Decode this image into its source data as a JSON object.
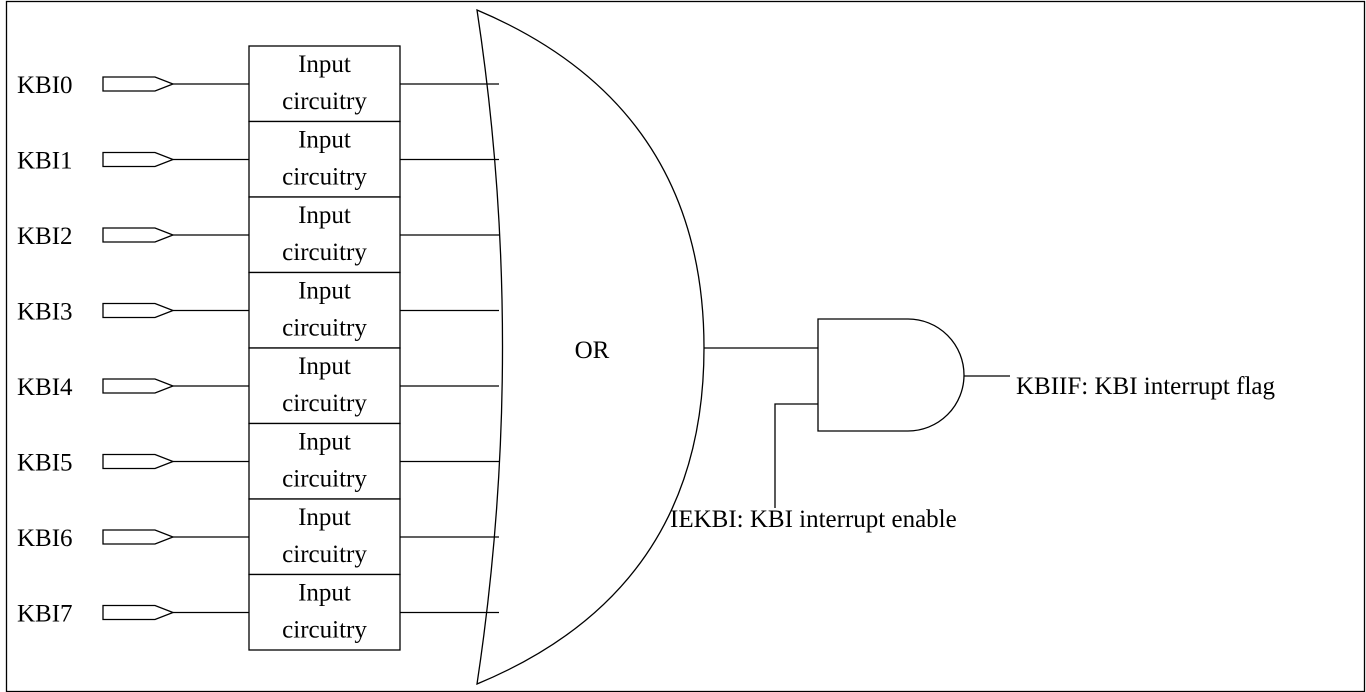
{
  "inputs": [
    "KBI0",
    "KBI1",
    "KBI2",
    "KBI3",
    "KBI4",
    "KBI5",
    "KBI6",
    "KBI7"
  ],
  "block_line1": "Input",
  "block_line2": "circuitry",
  "or_label": "OR",
  "output_label": "KBIIF: KBI interrupt flag",
  "enable_label": "IEKBI: KBI interrupt enable"
}
